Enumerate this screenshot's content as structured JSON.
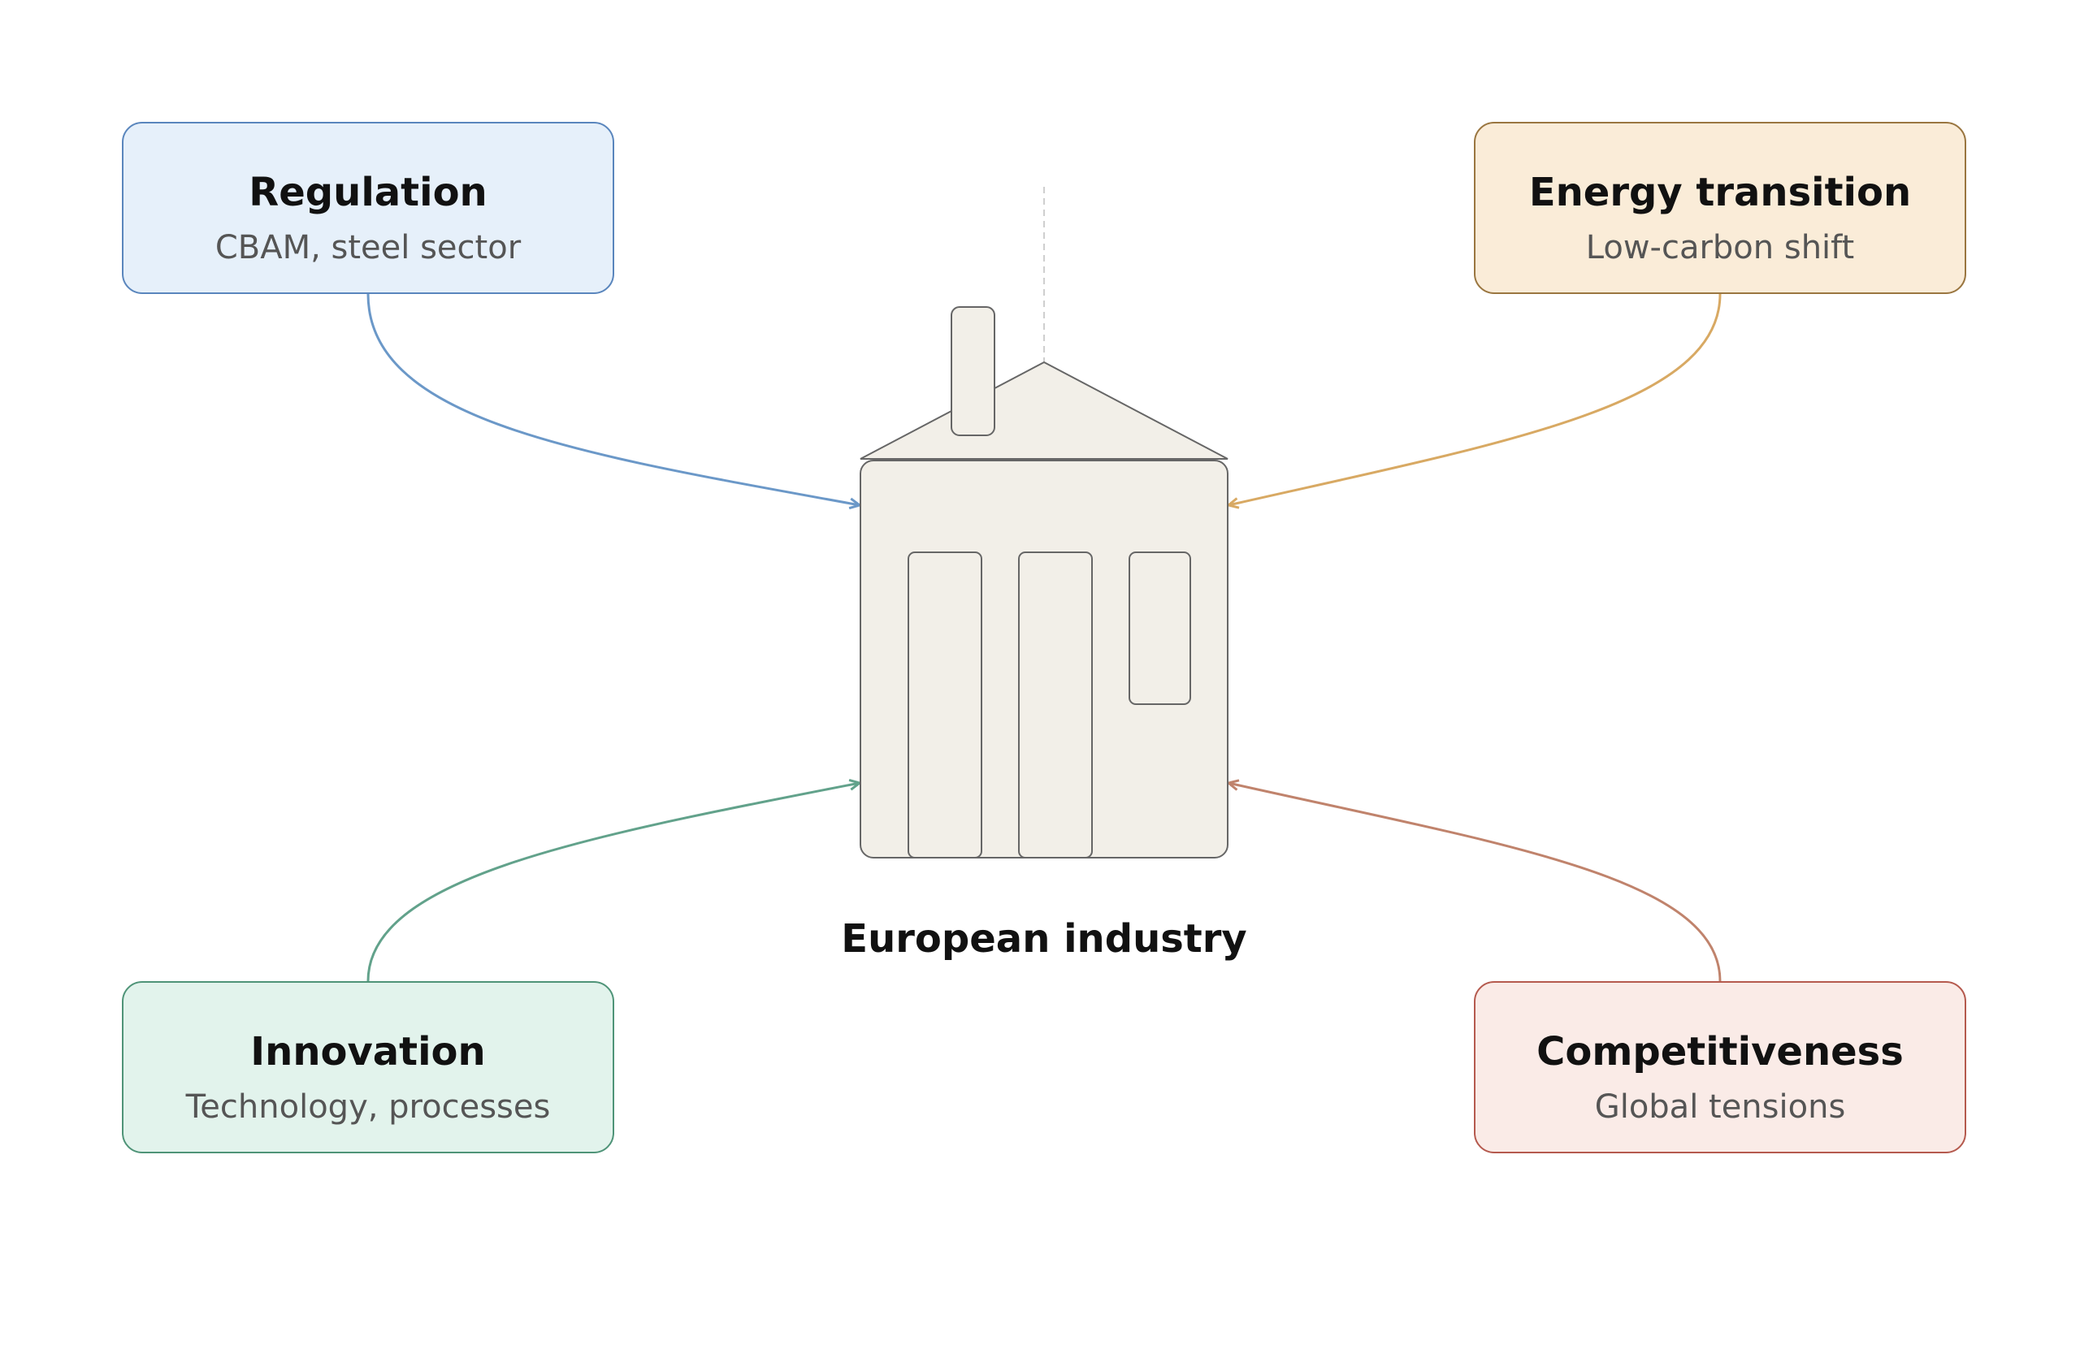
{
  "center": {
    "label": "European industry"
  },
  "nodes": {
    "regulation": {
      "title": "Regulation",
      "subtitle": "CBAM, steel sector",
      "fill": "#e6f0fa",
      "stroke": "#5a86bd",
      "arrow": "#6b98c8"
    },
    "energy": {
      "title": "Energy transition",
      "subtitle": "Low-carbon shift",
      "fill": "#faecd8",
      "stroke": "#9a7640",
      "arrow": "#d8a963"
    },
    "innovation": {
      "title": "Innovation",
      "subtitle": "Technology, processes",
      "fill": "#e2f3ec",
      "stroke": "#4f9478",
      "arrow": "#62a28b"
    },
    "competitiveness": {
      "title": "Competitiveness",
      "subtitle": "Global tensions",
      "fill": "#faebe7",
      "stroke": "#b55a4e",
      "arrow": "#c0836c"
    }
  },
  "factory": {
    "fill": "#f2efe8",
    "stroke": "#666666"
  }
}
